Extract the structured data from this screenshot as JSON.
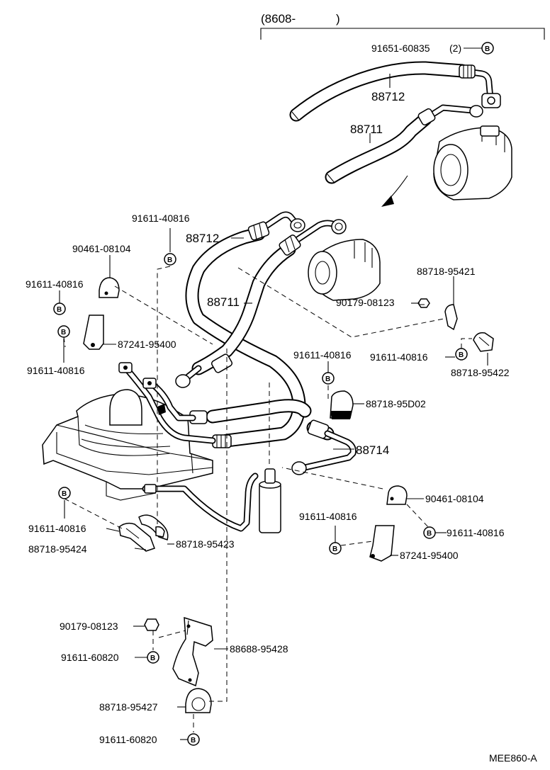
{
  "diagram": {
    "variant_label": "(8608-",
    "variant_label_close": ")",
    "bolt_symbol": "B",
    "drawing_code": "MEE860-A",
    "labels": {
      "p91651_60835": "91651-60835",
      "p91651_60835_qty": "(2)",
      "p88712_top": "88712",
      "p88711_top": "88711",
      "p91611_40816_a": "91611-40816",
      "p88712_main": "88712",
      "p90461_08104_a": "90461-08104",
      "p91611_40816_b": "91611-40816",
      "p88711_main": "88711",
      "p88718_95421": "88718-95421",
      "p90179_08123_a": "90179-08123",
      "p87241_95400_a": "87241-95400",
      "p91611_40816_c": "91611-40816",
      "p91611_40816_d": "91611-40816",
      "p91611_40816_e": "91611-40816",
      "p88718_95422": "88718-95422",
      "p88718_95D02": "88718-95D02",
      "p88714": "88714",
      "p90461_08104_b": "90461-08104",
      "p91611_40816_f": "91611-40816",
      "p91611_40816_g": "91611-40816",
      "p91611_40816_h": "91611-40816",
      "p87241_95400_b": "87241-95400",
      "p88718_95423": "88718-95423",
      "p88718_95424": "88718-95424",
      "p90179_08123_b": "90179-08123",
      "p91611_60820_a": "91611-60820",
      "p88688_95428": "88688-95428",
      "p88718_95427": "88718-95427",
      "p91611_60820_b": "91611-60820"
    }
  }
}
